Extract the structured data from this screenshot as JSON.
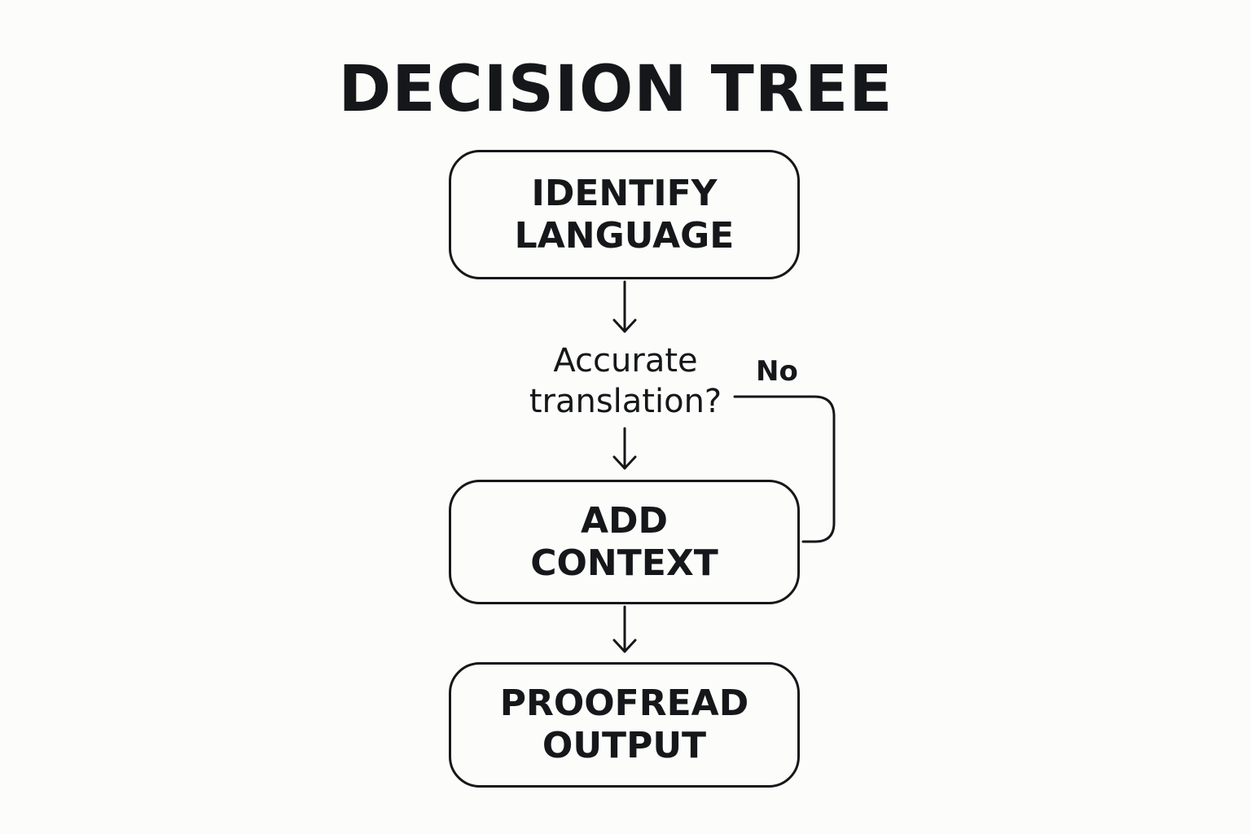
{
  "diagram": {
    "title": "DECISION TREE",
    "nodes": [
      {
        "id": "identify-language",
        "lines": [
          "IDENTIFY",
          "LANGUAGE"
        ]
      },
      {
        "id": "add-context",
        "lines": [
          "ADD",
          "CONTEXT"
        ]
      },
      {
        "id": "proofread-output",
        "lines": [
          "PROOFREAD",
          "OUTPUT"
        ]
      }
    ],
    "decision": {
      "lines": [
        "Accurate",
        "translation?"
      ],
      "branch_label": "No"
    }
  }
}
